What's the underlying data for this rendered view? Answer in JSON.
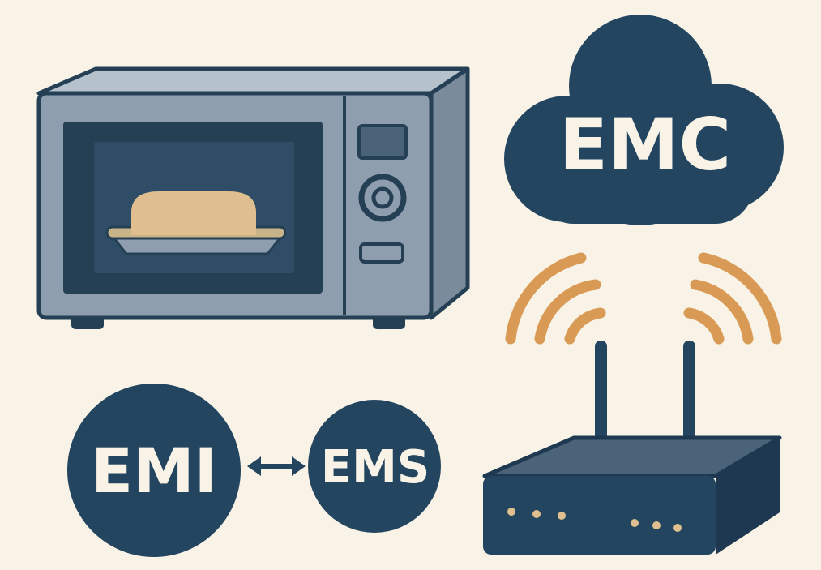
{
  "labels": {
    "emc": "EMC",
    "emi": "EMI",
    "ems": "EMS"
  },
  "icons": {
    "microwave": "microwave-icon",
    "cloud": "cloud-icon",
    "router": "wifi-router-icon",
    "signal": "wireless-signal-icon",
    "arrow": "double-arrow-icon"
  },
  "colors": {
    "background": "#f8f3e6",
    "navy": "#234560",
    "steel": "#8a9aaa",
    "orange": "#d99a55",
    "tan": "#dfbf8f"
  }
}
